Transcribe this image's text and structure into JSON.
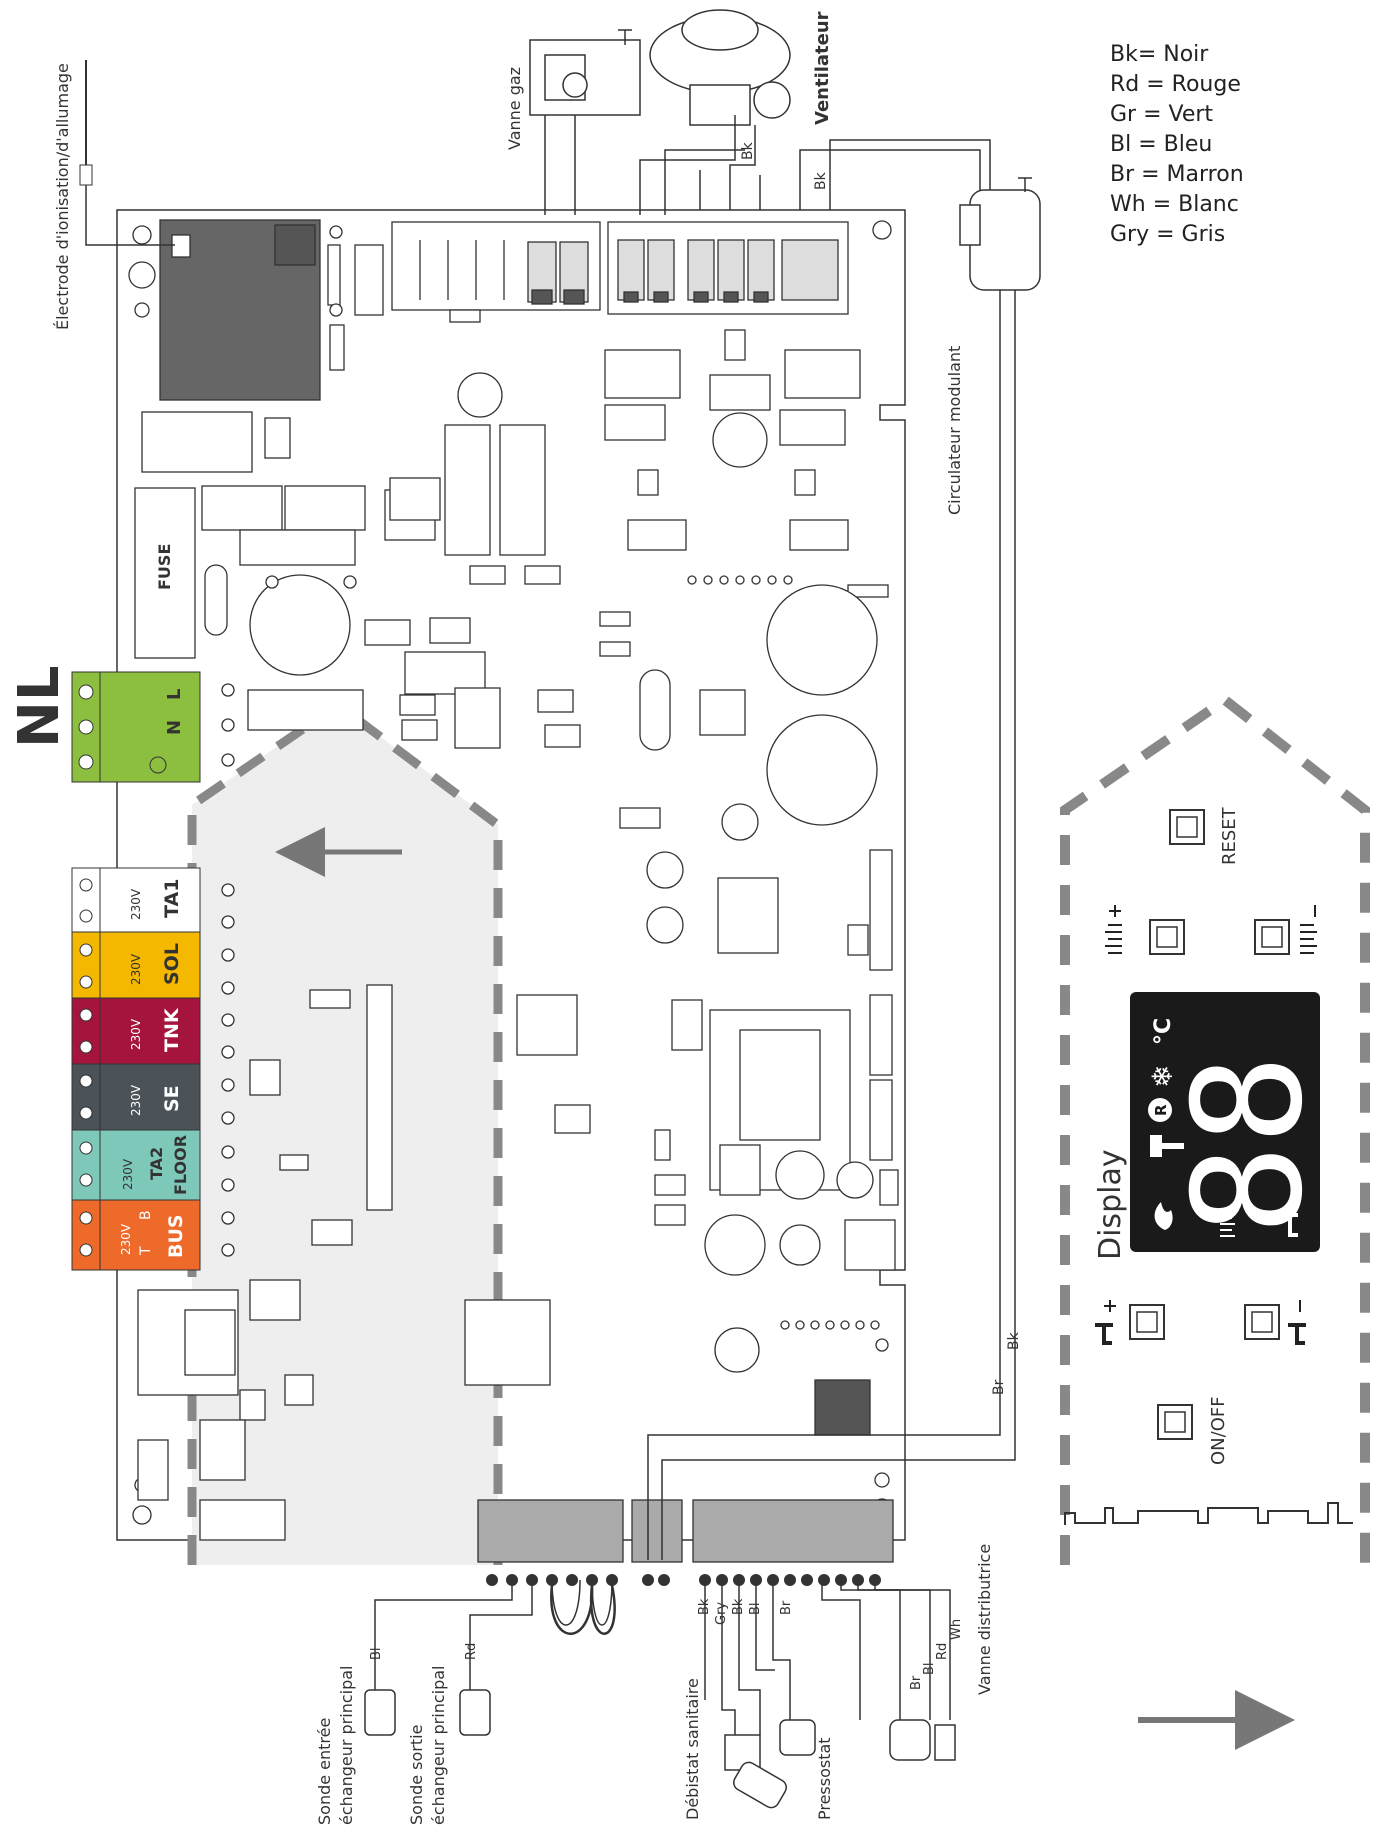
{
  "legend": [
    {
      "text": "Bk= Noir"
    },
    {
      "text": "Rd = Rouge"
    },
    {
      "text": "Gr = Vert"
    },
    {
      "text": "Bl = Bleu"
    },
    {
      "text": "Br = Marron"
    },
    {
      "text": "Wh = Blanc"
    },
    {
      "text": "Gry = Gris"
    }
  ],
  "components": {
    "electrode": "Électrode d'ionisation/d'allumage",
    "gas_valve": "Vanne gaz",
    "fan": "Ventilateur",
    "pump": "Circulateur modulant",
    "nl": "NL",
    "fuse": "FUSE",
    "sonde_entree_1": "Sonde entrée",
    "sonde_entree_2": "échangeur principal",
    "sonde_sortie_1": "Sonde sortie",
    "sonde_sortie_2": "échangeur principal",
    "flow_meter": "Débistat sanitaire",
    "pressure_switch": "Pressostat",
    "diverter_valve": "Vanne distributrice"
  },
  "terminals": {
    "l": "L",
    "n": "N",
    "ta1": "TA1",
    "sol": "SOL",
    "tnk": "TNK",
    "se": "SE",
    "ta2_a": "TA2",
    "ta2_b": "FLOOR",
    "bus": "BUS",
    "t": "T",
    "b": "B",
    "v230": "230V"
  },
  "colors": {
    "nl": "#8cbf3f",
    "ta1": "#ffffff",
    "sol": "#f5b800",
    "tnk": "#a5143c",
    "se": "#4b5258",
    "ta2": "#7ec8b9",
    "bus": "#ee6a2b",
    "relay": "#666666",
    "shade": "#eeeeee",
    "dash": "#888888",
    "display": "#1a1a1a",
    "arrow": "#777777"
  },
  "wires": {
    "bk": "Bk",
    "br": "Br",
    "bl": "Bl",
    "rd": "Rd",
    "gry": "Gry",
    "wh": "Wh"
  },
  "panel": {
    "reset": "RESET",
    "onoff": "ON/OFF",
    "display": "Display",
    "degc": "°C",
    "digits": "88",
    "r_badge": "R"
  }
}
